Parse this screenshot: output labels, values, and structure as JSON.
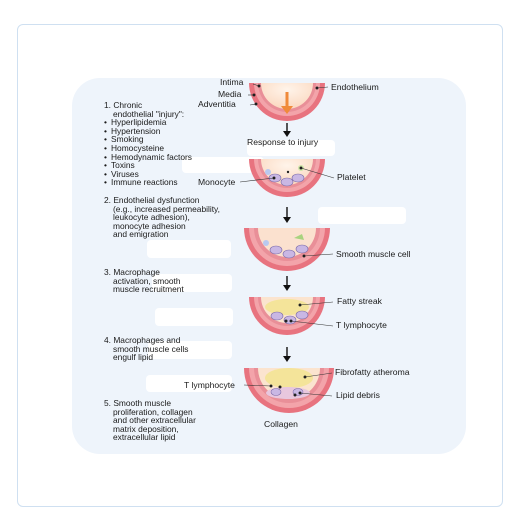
{
  "colors": {
    "frame_border": "#cfe0f1",
    "panel_bg": "#eef4fb",
    "vessel_wall": "#e8737f",
    "lumen": "#fde4cf",
    "arrow": "#111111",
    "lesion": "#f4e49a"
  },
  "steps": [
    {
      "number": "1.",
      "lines": [
        "Chronic",
        "endothelial \"injury\":"
      ],
      "bullets": [
        "Hyperlipidemia",
        "Hypertension",
        "Smoking",
        "Homocysteine",
        "Hemodynamic factors",
        "Toxins",
        "Viruses",
        "Immune reactions"
      ]
    },
    {
      "number": "2.",
      "lines": [
        "Endothelial dysfunction",
        "(e.g., increased permeability,",
        "leukocyte adhesion),",
        "monocyte adhesion",
        "and emigration"
      ]
    },
    {
      "number": "3.",
      "lines": [
        "Macrophage",
        "activation, smooth",
        "muscle recruitment"
      ]
    },
    {
      "number": "4.",
      "lines": [
        "Macrophages and",
        "smooth muscle cells",
        "engulf lipid"
      ]
    },
    {
      "number": "5.",
      "lines": [
        "Smooth muscle",
        "proliferation, collagen",
        "and other extracellular",
        "matrix deposition,",
        "extracellular lipid"
      ]
    }
  ],
  "labels": {
    "intima": "Intima",
    "media": "Media",
    "adventitia": "Adventitia",
    "endothelium": "Endothelium",
    "response": "Response to injury",
    "monocyte": "Monocyte",
    "platelet": "Platelet",
    "smooth_muscle_cell": "Smooth muscle cell",
    "fatty_streak": "Fatty streak",
    "t_lymphocyte_right": "T lymphocyte",
    "fibrofatty_atheroma": "Fibrofatty atheroma",
    "t_lymphocyte_left": "T lymphocyte",
    "lipid_debris": "Lipid debris",
    "collagen": "Collagen"
  }
}
